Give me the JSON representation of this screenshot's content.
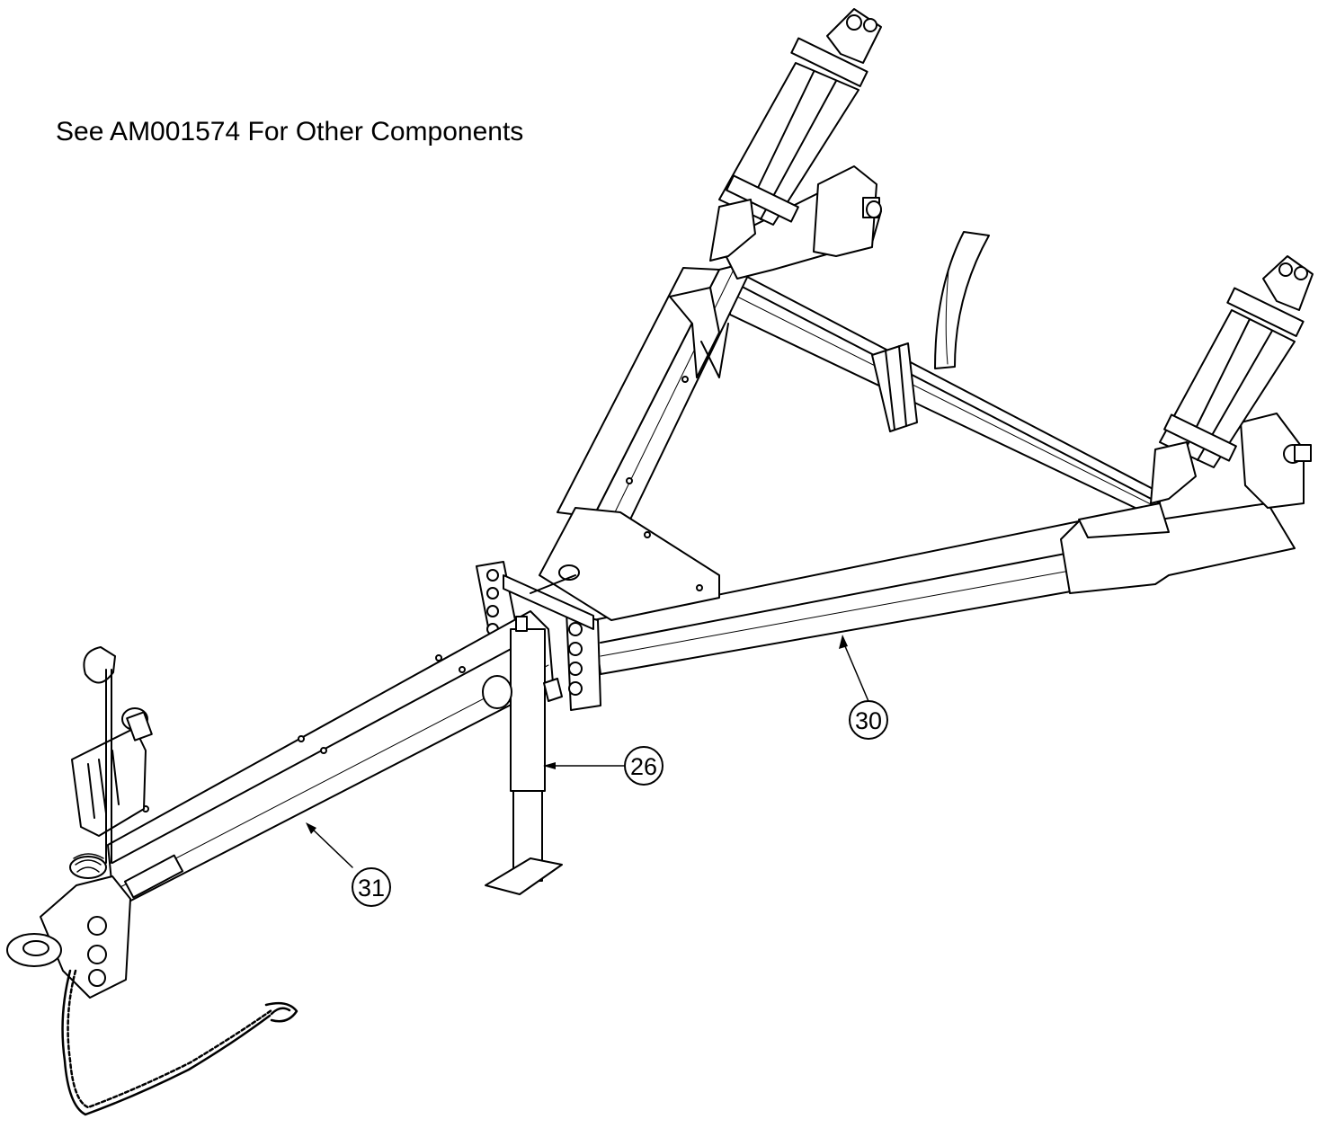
{
  "note": "See AM001574 For Other Components",
  "callouts": [
    {
      "id": "26",
      "label": "26",
      "part": "jack-stand"
    },
    {
      "id": "30",
      "label": "30",
      "part": "a-frame-main-tongue"
    },
    {
      "id": "31",
      "label": "31",
      "part": "tongue-extension"
    }
  ],
  "colors": {
    "line": "#000000",
    "background": "#ffffff",
    "part_fill": "#ffffff"
  }
}
